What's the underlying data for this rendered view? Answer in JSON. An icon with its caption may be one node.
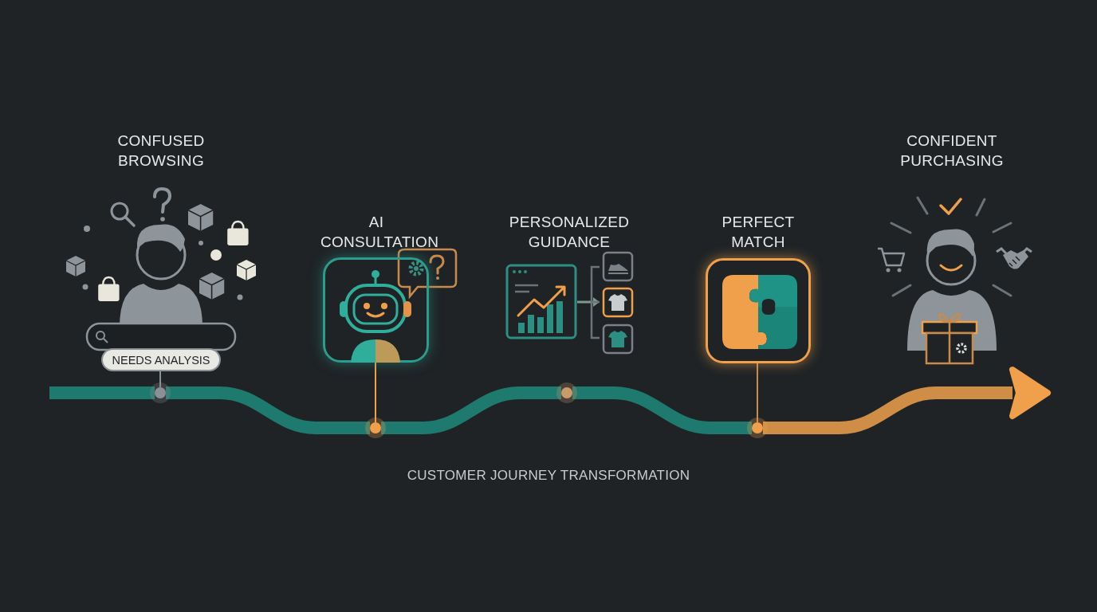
{
  "diagram": {
    "nodes": [
      {
        "text": [
          "NEEDS ANALYSIS"
        ]
      },
      {
        "text": [],
        "shape": "picture"
      },
      {
        "text": [],
        "shape": "picture"
      },
      {
        "text": [],
        "shape": "circle"
      },
      {
        "text": [],
        "shape": "circle"
      },
      {
        "text": [],
        "shape": "circle"
      },
      {
        "text": [],
        "shape": "circle"
      }
    ],
    "edges": [
      {
        "from": 0,
        "to": 3,
        "arrow": "none",
        "color": "#8a9096"
      },
      {
        "from": 1,
        "to": 4,
        "arrow": "none",
        "color": "#f0a04b"
      },
      {
        "from": 2,
        "to": 6,
        "arrow": "none",
        "color": "#c98a4e"
      },
      {
        "from": null,
        "to": 3,
        "arrow": "none"
      },
      {
        "from": 3,
        "to": 4,
        "arrow": "none"
      },
      {
        "from": 4,
        "to": 5,
        "arrow": "none"
      },
      {
        "from": 5,
        "to": 6,
        "arrow": "none"
      },
      {
        "from": 6,
        "to": null,
        "arrow": "to",
        "color": "#f0a04b"
      }
    ],
    "labels": [
      "CONFUSED BROWSING",
      "AI CONSULTATION",
      "PERSONALIZED GUIDANCE",
      "PERFECT MATCH",
      "CONFIDENT PURCHASING",
      "CUSTOMER JOURNEY TRANSFORMATION"
    ]
  }
}
